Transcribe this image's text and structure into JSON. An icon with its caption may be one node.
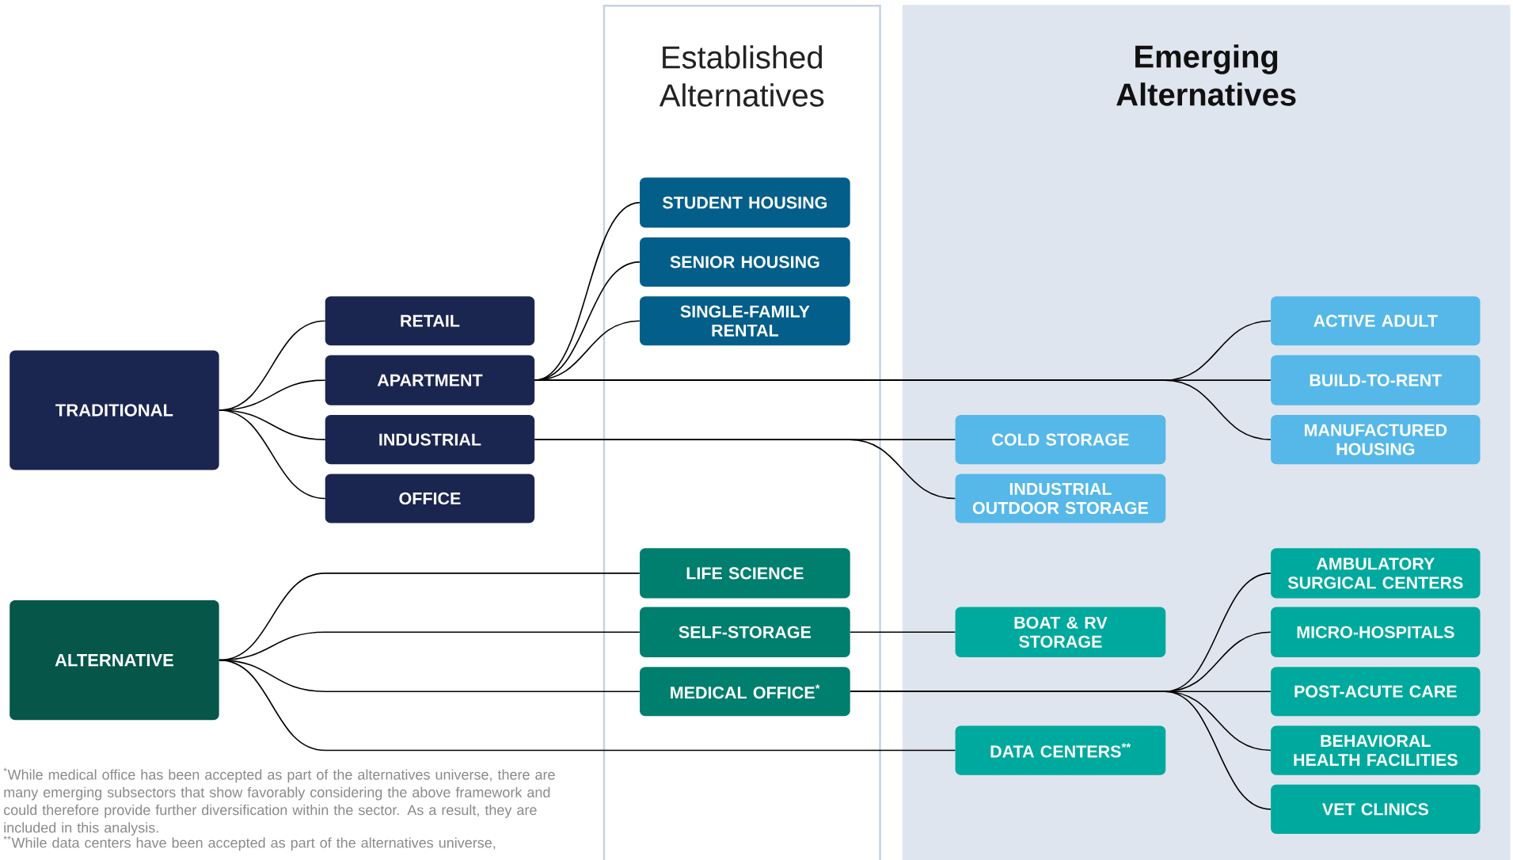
{
  "diagram": {
    "nodes": [
      {
        "text": [
          "TRADITIONAL"
        ]
      },
      {
        "text": [
          "RETAIL"
        ]
      },
      {
        "text": [
          "APARTMENT"
        ]
      },
      {
        "text": [
          "INDUSTRIAL"
        ]
      },
      {
        "text": [
          "OFFICE"
        ]
      },
      {
        "text": [
          "ALTERNATIVE"
        ]
      },
      {
        "text": [
          "Established Alternatives"
        ]
      },
      {
        "text": [
          "STUDENT HOUSING"
        ],
        "in": 6
      },
      {
        "text": [
          "SENIOR HOUSING"
        ],
        "in": 6
      },
      {
        "text": [
          "SINGLE-FAMILY RENTAL"
        ],
        "in": 6
      },
      {
        "text": [
          "LIFE SCIENCE"
        ],
        "in": 6
      },
      {
        "text": [
          "SELF-STORAGE"
        ],
        "in": 6
      },
      {
        "text": [
          "MEDICAL OFFICE$^{*}$"
        ],
        "in": 6
      },
      {
        "text": [
          "Emerging Alternatives"
        ]
      },
      {
        "text": [
          "COLD STORAGE"
        ],
        "in": 13
      },
      {
        "text": [
          "INDUSTRIAL OUTDOOR STORAGE"
        ],
        "in": 13
      },
      {
        "text": [
          "BOAT & RV STORAGE"
        ],
        "in": 13
      },
      {
        "text": [
          "DATA CENTERS$^{**}$"
        ],
        "in": 13
      },
      {
        "text": [
          "ACTIVE ADULT"
        ],
        "in": 13
      },
      {
        "text": [
          "BUILD-TO-RENT"
        ],
        "in": 13
      },
      {
        "text": [
          "MANUFACTURED HOUSING"
        ],
        "in": 13
      },
      {
        "text": [
          "AMBULATORY SURGICAL CENTERS"
        ],
        "in": 13
      },
      {
        "text": [
          "MICRO-HOSPITALS"
        ],
        "in": 13
      },
      {
        "text": [
          "POST-ACUTE CARE"
        ],
        "in": 13
      },
      {
        "text": [
          "BEHAVIORAL HEALTH FACILITIES"
        ],
        "in": 13
      },
      {
        "text": [
          "VET CLINICS"
        ],
        "in": 13
      }
    ],
    "edges": [
      {
        "from": 0,
        "to": 1,
        "arrow": "none"
      },
      {
        "from": 0,
        "to": 2,
        "arrow": "none"
      },
      {
        "from": 0,
        "to": 3,
        "arrow": "none"
      },
      {
        "from": 0,
        "to": 4,
        "arrow": "none"
      },
      {
        "from": 2,
        "to": 7,
        "arrow": "none"
      },
      {
        "from": 2,
        "to": 8,
        "arrow": "none"
      },
      {
        "from": 2,
        "to": 9,
        "arrow": "none"
      },
      {
        "from": 2,
        "to": 18,
        "arrow": "none"
      },
      {
        "from": 2,
        "to": 19,
        "arrow": "none"
      },
      {
        "from": 2,
        "to": 20,
        "arrow": "none"
      },
      {
        "from": 3,
        "to": 14,
        "arrow": "none"
      },
      {
        "from": 3,
        "to": 15,
        "arrow": "none"
      },
      {
        "from": 5,
        "to": 10,
        "arrow": "none"
      },
      {
        "from": 5,
        "to": 11,
        "arrow": "none"
      },
      {
        "from": 5,
        "to": 12,
        "arrow": "none"
      },
      {
        "from": 5,
        "to": 17,
        "arrow": "none"
      },
      {
        "from": 11,
        "to": 16,
        "arrow": "none"
      },
      {
        "from": 12,
        "to": 21,
        "arrow": "none"
      },
      {
        "from": 12,
        "to": 22,
        "arrow": "none"
      },
      {
        "from": 12,
        "to": 23,
        "arrow": "none"
      },
      {
        "from": 12,
        "to": 24,
        "arrow": "none"
      },
      {
        "from": 12,
        "to": 25,
        "arrow": "none"
      }
    ],
    "labels": [
      "$^{*}$While medical office has been accepted as part of the alternatives universe, there are many emerging subsectors that show favorably considering the above framework and could therefore provide further diversification within the sector. As a result, they are included in this analysis.",
      "$^{**}$While data centers have been accepted as part of the alternatives universe,"
    ]
  }
}
